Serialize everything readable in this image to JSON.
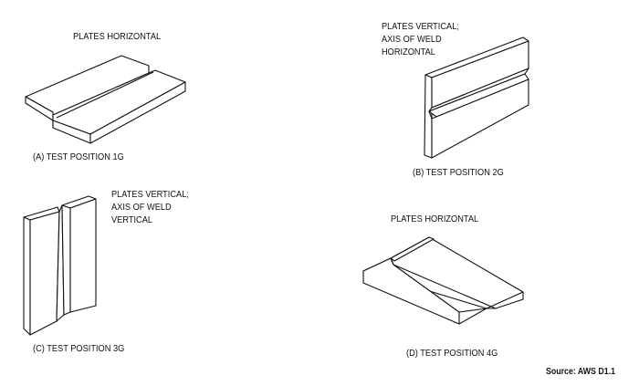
{
  "panels": [
    {
      "id": "A",
      "note": [
        "PLATES HORIZONTAL"
      ],
      "caption": "(A)  TEST POSITION 1G"
    },
    {
      "id": "B",
      "note": [
        "PLATES VERTICAL;",
        "AXIS OF WELD",
        "HORIZONTAL"
      ],
      "caption": "(B) TEST POSITION 2G"
    },
    {
      "id": "C",
      "note": [
        "PLATES VERTICAL;",
        "AXIS OF WELD",
        "VERTICAL"
      ],
      "caption": "(C) TEST POSITION 3G"
    },
    {
      "id": "D",
      "note": [
        "PLATES HORIZONTAL"
      ],
      "caption": "(D) TEST POSITION 4G"
    }
  ],
  "source": "Source: AWS D1.1"
}
